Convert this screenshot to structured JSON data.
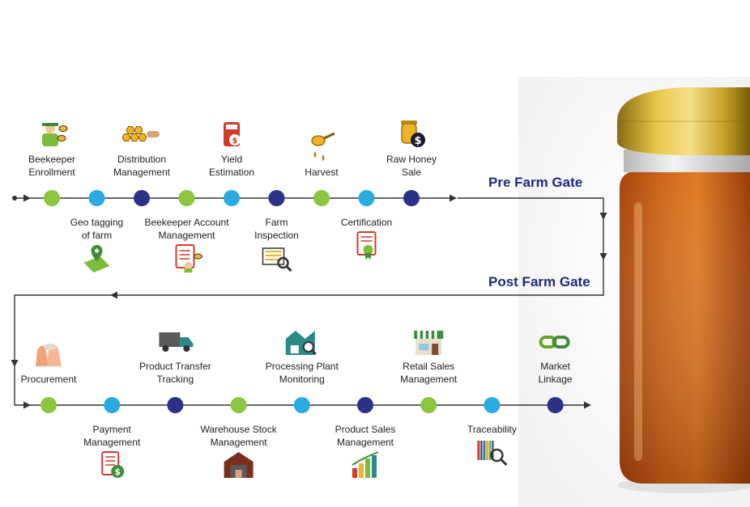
{
  "gates": {
    "pre": "Pre Farm Gate",
    "post": "Post Farm Gate"
  },
  "colors": {
    "lime": "#8cc63f",
    "blue": "#29abe2",
    "navy": "#2b3187",
    "line": "#333333",
    "gate_text": "#1f2a7a"
  },
  "pre_farm_steps": [
    {
      "label": "Beekeeper Enrollment",
      "lines": [
        "Beekeeper",
        "Enrollment"
      ],
      "icon": "beekeeper-icon",
      "node_color": "lime",
      "side": "above"
    },
    {
      "label": "Geo tagging of farm",
      "lines": [
        "Geo tagging",
        "of farm"
      ],
      "icon": "map-pin-icon",
      "node_color": "blue",
      "side": "below"
    },
    {
      "label": "Distribution Management",
      "lines": [
        "Distribution",
        "Management"
      ],
      "icon": "honeycomb-icon",
      "node_color": "navy",
      "side": "above"
    },
    {
      "label": "Beekeeper Account Management",
      "lines": [
        "Beekeeper Account",
        "Management"
      ],
      "icon": "account-document-icon",
      "node_color": "lime",
      "side": "below"
    },
    {
      "label": "Yield Estimation",
      "lines": [
        "Yield",
        "Estimation"
      ],
      "icon": "calculator-icon",
      "node_color": "blue",
      "side": "above"
    },
    {
      "label": "Farm Inspection",
      "lines": [
        "Farm",
        "Inspection"
      ],
      "icon": "inspection-icon",
      "node_color": "navy",
      "side": "below"
    },
    {
      "label": "Harvest",
      "lines": [
        "Harvest"
      ],
      "icon": "honey-dipper-icon",
      "node_color": "lime",
      "side": "above"
    },
    {
      "label": "Certification",
      "lines": [
        "Certification"
      ],
      "icon": "certificate-icon",
      "node_color": "blue",
      "side": "below"
    },
    {
      "label": "Raw Honey Sale",
      "lines": [
        "Raw Honey",
        "Sale"
      ],
      "icon": "honey-jar-dollar-icon",
      "node_color": "navy",
      "side": "above"
    }
  ],
  "post_farm_steps": [
    {
      "label": "Procurement",
      "lines": [
        "Procurement"
      ],
      "icon": "sacks-icon",
      "node_color": "lime",
      "side": "above"
    },
    {
      "label": "Payment Management",
      "lines": [
        "Payment",
        "Management"
      ],
      "icon": "payment-document-icon",
      "node_color": "blue",
      "side": "below"
    },
    {
      "label": "Product Transfer Tracking",
      "lines": [
        "Product Transfer",
        "Tracking"
      ],
      "icon": "truck-icon",
      "node_color": "navy",
      "side": "above"
    },
    {
      "label": "Warehouse Stock Management",
      "lines": [
        "Warehouse Stock",
        "Management"
      ],
      "icon": "warehouse-icon",
      "node_color": "lime",
      "side": "below"
    },
    {
      "label": "Processing Plant Monitoring",
      "lines": [
        "Processing Plant",
        "Monitoring"
      ],
      "icon": "plant-monitor-icon",
      "node_color": "blue",
      "side": "above"
    },
    {
      "label": "Product Sales Management",
      "lines": [
        "Product Sales",
        "Management"
      ],
      "icon": "sales-chart-icon",
      "node_color": "navy",
      "side": "below"
    },
    {
      "label": "Retail Sales Management",
      "lines": [
        "Retail Sales",
        "Management"
      ],
      "icon": "storefront-icon",
      "node_color": "lime",
      "side": "above"
    },
    {
      "label": "Traceability",
      "lines": [
        "Traceability"
      ],
      "icon": "barcode-search-icon",
      "node_color": "blue",
      "side": "below"
    },
    {
      "label": "Market Linkage",
      "lines": [
        "Market",
        "Linkage"
      ],
      "icon": "chain-link-icon",
      "node_color": "navy",
      "side": "above"
    }
  ],
  "photo": {
    "subject": "honey-jar",
    "lid_color": "#c9a227",
    "honey_color": "#c0560f"
  }
}
